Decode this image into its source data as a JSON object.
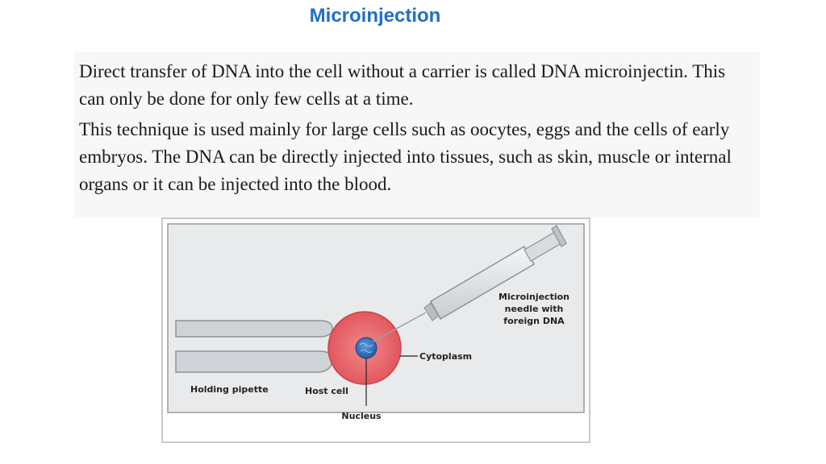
{
  "title": "Microinjection",
  "paragraphs": [
    "Direct transfer of DNA into the cell without a carrier is called DNA microinjectin.  This can only be done for only few cells at a time.",
    "This technique is used mainly for large cells such as oocytes, eggs and the cells of early embryos. The DNA can be directly injected into tissues, such as skin, muscle or internal organs or it can be injected into the blood."
  ],
  "diagram": {
    "needle_label_line1": "Microinjection",
    "needle_label_line2": "needle with",
    "needle_label_line3": "foreign DNA",
    "cytoplasm_label": "Cytoplasm",
    "holding_pipette_label": "Holding pipette",
    "host_cell_label": "Host cell",
    "nucleus_label": "Nucleus",
    "colors": {
      "cell": "#e2575c",
      "nucleus": "#2e6fb6",
      "pipette": "#cfd2d6",
      "panel": "#e9eaeb"
    }
  }
}
